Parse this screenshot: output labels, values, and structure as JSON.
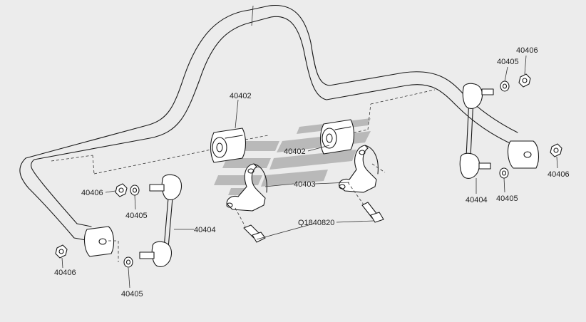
{
  "colors": {
    "background": "#ececec",
    "line": "#1a1a1a",
    "watermark": "#a9a9a9"
  },
  "watermark": "logo",
  "parts": {
    "stabilizer_bushing": "40402",
    "bushing_bracket": "40403",
    "stabilizer_link": "40404",
    "washer": "40405",
    "nut": "40406",
    "bracket_bolt": "Q1840820"
  }
}
